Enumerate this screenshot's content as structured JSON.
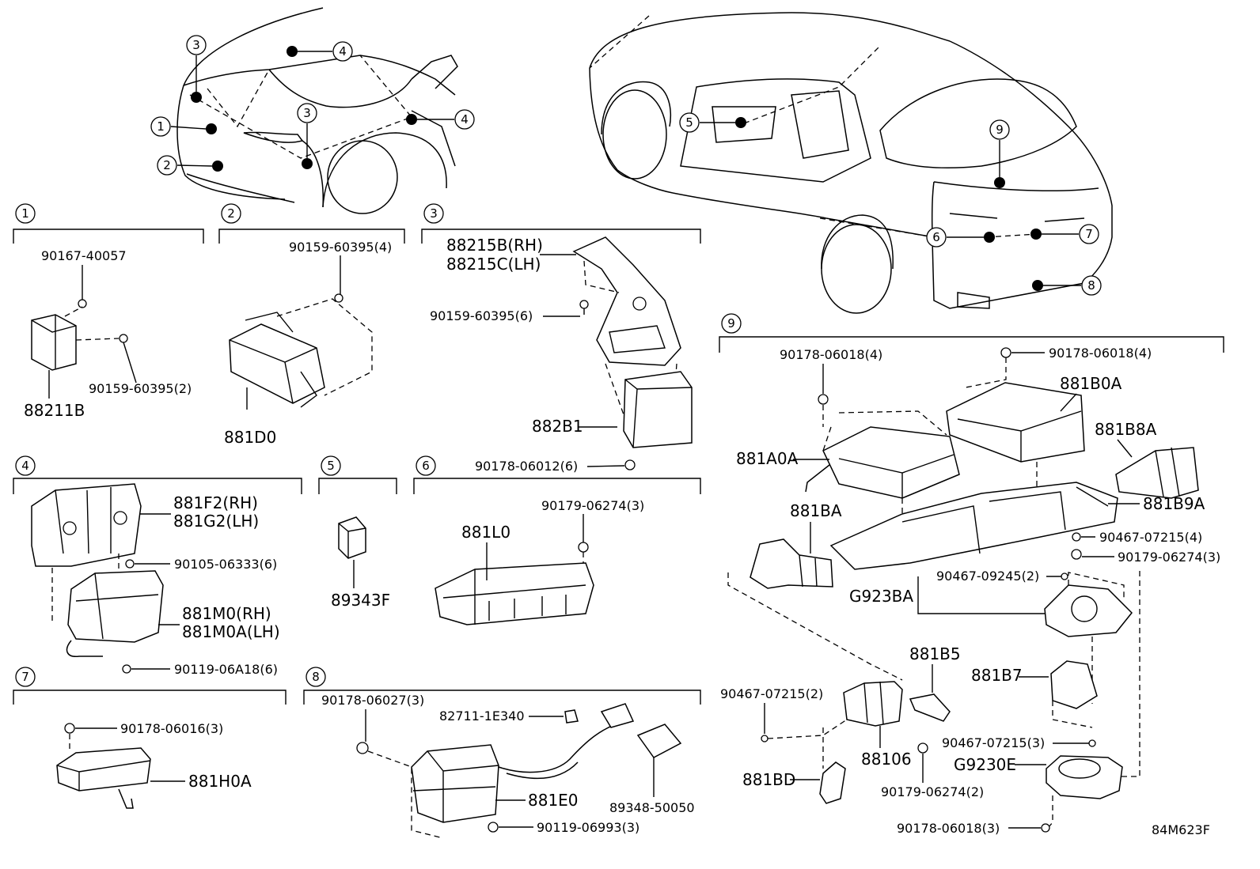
{
  "diagram_code": "84M623F",
  "overview_callouts": [
    "1",
    "2",
    "3",
    "4",
    "5",
    "6",
    "7",
    "8",
    "9"
  ],
  "sections": [
    {
      "num": "1",
      "parts": [
        "90167-40057",
        "90159-60395(2)",
        "88211B"
      ]
    },
    {
      "num": "2",
      "parts": [
        "90159-60395(4)",
        "881D0"
      ]
    },
    {
      "num": "3",
      "parts": [
        "88215B(RH)",
        "88215C(LH)",
        "90159-60395(6)",
        "882B1",
        "90178-06012(6)"
      ]
    },
    {
      "num": "4",
      "parts": [
        "881F2(RH)",
        "881G2(LH)",
        "90105-06333(6)",
        "881M0(RH)",
        "881M0A(LH)",
        "90119-06A18(6)"
      ]
    },
    {
      "num": "5",
      "parts": [
        "89343F"
      ]
    },
    {
      "num": "6",
      "parts": [
        "90179-06274(3)",
        "881L0"
      ]
    },
    {
      "num": "7",
      "parts": [
        "90178-06016(3)",
        "881H0A"
      ]
    },
    {
      "num": "8",
      "parts": [
        "90178-06027(3)",
        "82711-1E340",
        "881E0",
        "89348-50050",
        "90119-06993(3)"
      ]
    },
    {
      "num": "9",
      "parts": [
        "90178-06018(4)",
        "90178-06018(4)",
        "881B0A",
        "881B8A",
        "881A0A",
        "881B9A",
        "881BA",
        "90467-07215(4)",
        "90179-06274(3)",
        "90467-09245(2)",
        "G923BA",
        "881B5",
        "881B7",
        "90467-07215(2)",
        "88106",
        "90467-07215(3)",
        "G9230E",
        "881BD",
        "90179-06274(2)",
        "90178-06018(3)"
      ]
    }
  ]
}
